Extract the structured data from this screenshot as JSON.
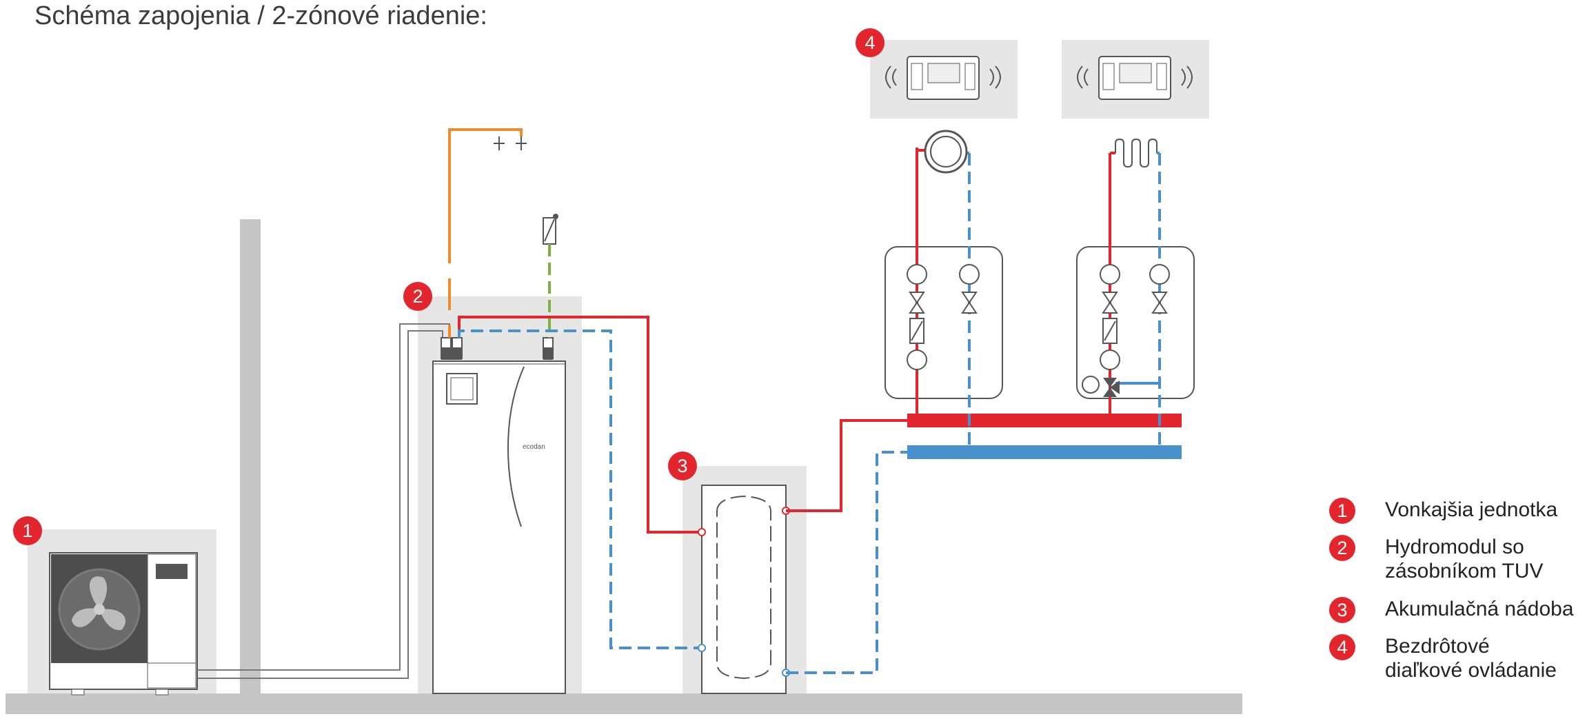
{
  "title": "Schéma zapojenia / 2-zónové riadenie:",
  "badges": [
    "1",
    "2",
    "3",
    "4"
  ],
  "unit_brand": "ecodan",
  "legend": [
    {
      "num": "1",
      "text": "Vonkajšia jednotka"
    },
    {
      "num": "2",
      "text": "Hydromodul so zásobníkom TUV"
    },
    {
      "num": "3",
      "text": "Akumulačná nádoba"
    },
    {
      "num": "4",
      "text": "Bezdrôtové diaľkové ovládanie"
    }
  ],
  "colors": {
    "supply": "#e3262d",
    "return": "#4a90cd",
    "power": "#f18a2b",
    "sensor": "#78b43d",
    "background_panel": "#e6e6e6",
    "badge": "#e3262d"
  }
}
